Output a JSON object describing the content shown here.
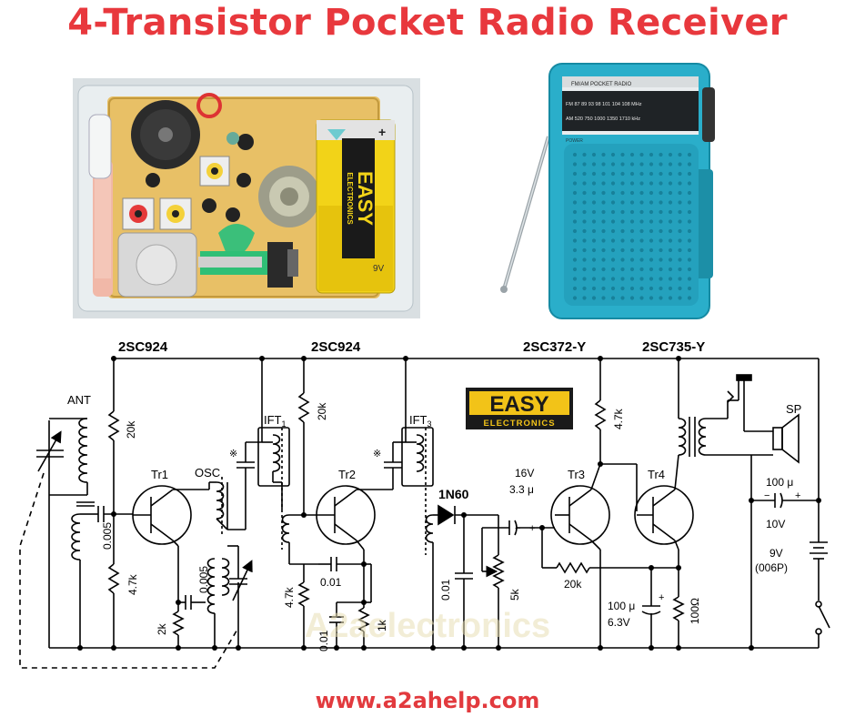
{
  "title": "4-Transistor Pocket Radio Receiver",
  "footer_url": "www.a2ahelp.com",
  "watermark": "A2aelectronics",
  "brand": {
    "top": "EASY",
    "bottom": "ELECTRONICS",
    "battery_voltage": "9V",
    "radio_band_label": "FM/AM POCKET RADIO",
    "fm_scale": "FM  87  89  93  98  101  104  108  MHz",
    "am_scale": "AM  520  750  1000  1350  1710  kHz",
    "power_label": "POWER"
  },
  "transistor_types": {
    "t1": "2SC924",
    "t2": "2SC924",
    "t3": "2SC372-Y",
    "t4": "2SC735-Y"
  },
  "labels": {
    "ant": "ANT",
    "osc": "OSC",
    "ift1": "IFT",
    "ift1_sub": "1",
    "ift3": "IFT",
    "ift3_sub": "3",
    "tr1": "Tr1",
    "tr2": "Tr2",
    "tr3": "Tr3",
    "tr4": "Tr4",
    "diode": "1N60",
    "sp": "SP",
    "note_mark": "※"
  },
  "components": {
    "r_20k_a": "20k",
    "r_20k_b": "20k",
    "r_47k_a": "4.7k",
    "r_47k_b": "4.7k",
    "r_47k_c": "4.7k",
    "r_2k": "2k",
    "r_1k": "1k",
    "r_20k_c": "20k",
    "r_100ohm": "100Ω",
    "pot_5k": "5k",
    "c_0005_a": "0.005",
    "c_0005_b": "0.005",
    "c_001_a": "0.01",
    "c_001_b": "0.01",
    "c_001_c": "0.01",
    "c_coupling_v": "16V",
    "c_coupling_val": "3.3 μ",
    "c_emitter_val": "100 μ",
    "c_emitter_v": "6.3V",
    "c_supply_val": "100 μ",
    "c_supply_v": "10V",
    "battery_v": "9V",
    "battery_type": "(006P)"
  }
}
